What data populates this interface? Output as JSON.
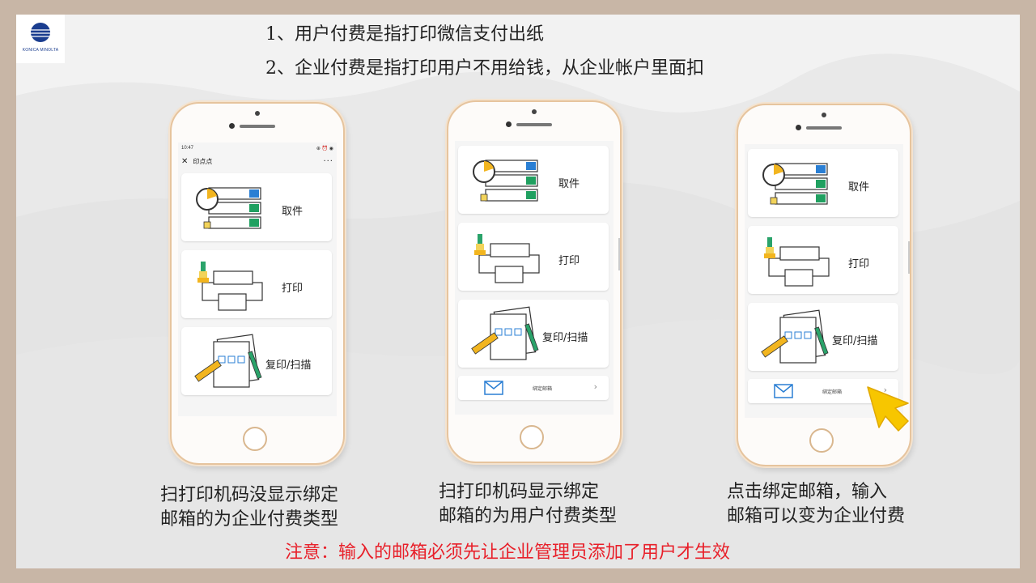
{
  "logo": {
    "text": "KONICA MINOLTA",
    "color": "#1a3d8f"
  },
  "notes": [
    "1、用户付费是指打印微信支付出纸",
    "2、企业付费是指打印用户不用给钱，从企业帐户里面扣"
  ],
  "phone1": {
    "status_time": "10:47",
    "status_icons": "⊕ ⏰ ◉",
    "title": "印点点",
    "close_icon": "✕",
    "more_icon": "···",
    "cards": [
      "取件",
      "打印",
      "复印/扫描"
    ]
  },
  "phone2": {
    "cards": [
      "取件",
      "打印",
      "复印/扫描"
    ],
    "mail_label": "绑定邮箱",
    "chevron": "›"
  },
  "phone3": {
    "cards": [
      "取件",
      "打印",
      "复印/扫描"
    ],
    "mail_label": "绑定邮箱",
    "chevron": "›"
  },
  "captions": [
    [
      "扫打印机码没显示绑定",
      "邮箱的为企业付费类型"
    ],
    [
      "扫打印机码显示绑定",
      "邮箱的为用户付费类型"
    ],
    [
      "点击绑定邮箱，输入",
      "邮箱可以变为企业付费"
    ]
  ],
  "warning": "注意：输入的邮箱必须先让企业管理员添加了用户才生效",
  "colors": {
    "warning": "#e8202a",
    "arrow": "#f7c600",
    "phone_frame": "#e6c49e",
    "check": "#20a060",
    "download": "#2a7fd4"
  }
}
